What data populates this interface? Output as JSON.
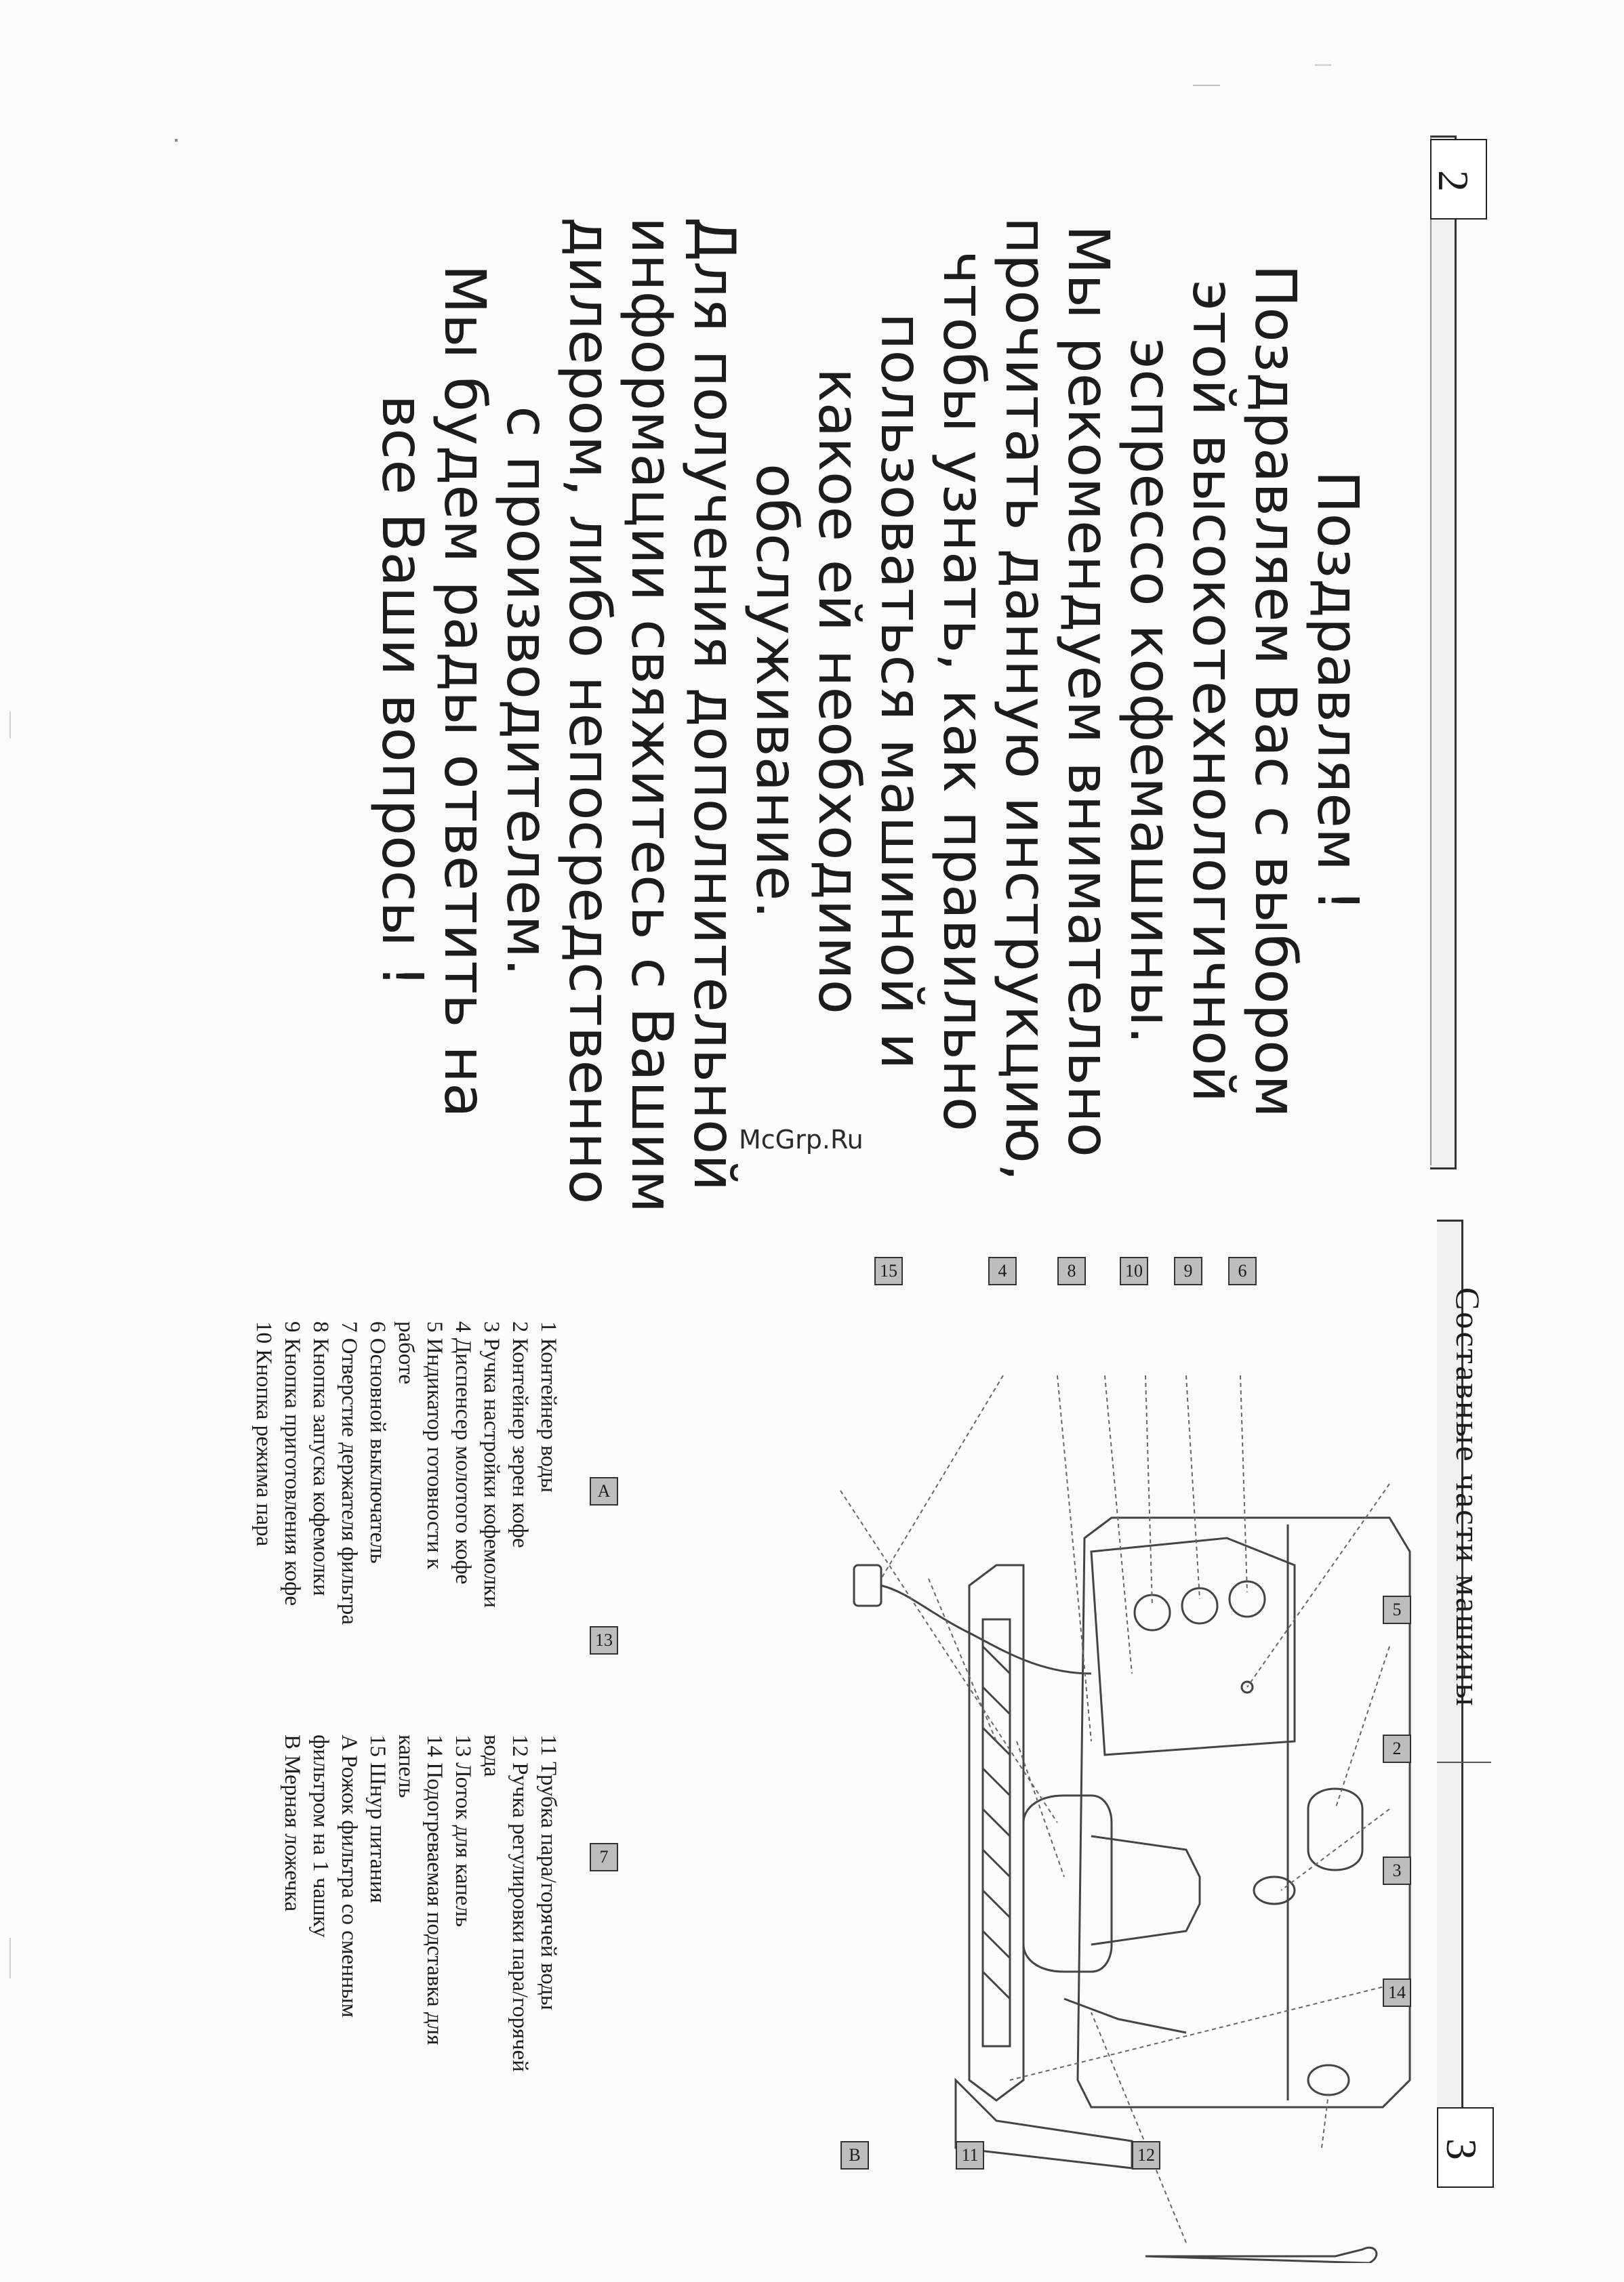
{
  "watermark": "McGrp.Ru",
  "left_page": {
    "page_number": "2",
    "greeting_lines": [
      "Поздравляем !",
      "Поздравляем Вас с выбором",
      "этой высокотехнологичной",
      "эспрессо кофемашины.",
      "Мы рекомендуем внимательно",
      "прочитать данную инструкцию,",
      "чтобы узнать, как правильно",
      "пользоваться машиной и",
      "какое ей необходимо",
      "обслуживание.",
      "Для получения дополнительной",
      "информации свяжитесь с Вашим",
      "дилером, либо непосредственно",
      "с производителем.",
      "Мы будем рады ответить на",
      "все Ваши вопросы !"
    ]
  },
  "right_page": {
    "page_number": "3",
    "title": "Составные части машины",
    "parts_left": [
      "1 Контейнер воды",
      "2 Контейнер зерен кофе",
      "3 Ручка настройки кофемолки",
      "4 Диспенсер молотого кофе",
      "5 Индикатор готовности к",
      "работе",
      "6 Основной выключатель",
      "7 Отверстие держателя фильтра",
      "8 Кнопка запуска кофемолки",
      "9 Кнопка приготовления кофе",
      "10 Кнопка режима пара"
    ],
    "parts_right": [
      "11 Трубка пара/горячей воды",
      "12 Ручка регулировки пара/горячей",
      "вода",
      "13 Лоток для капель",
      "14 Подогреваемая подставка для",
      "капель",
      "15 Шнур питания",
      "A Рожок фильтра со сменным",
      "фильтром на 1 чашку",
      "B Мерная ложечка"
    ],
    "callouts": [
      "6",
      "9",
      "10",
      "8",
      "4",
      "15",
      "A",
      "13",
      "5",
      "2",
      "3",
      "14",
      "7",
      "12",
      "11",
      "B"
    ]
  }
}
